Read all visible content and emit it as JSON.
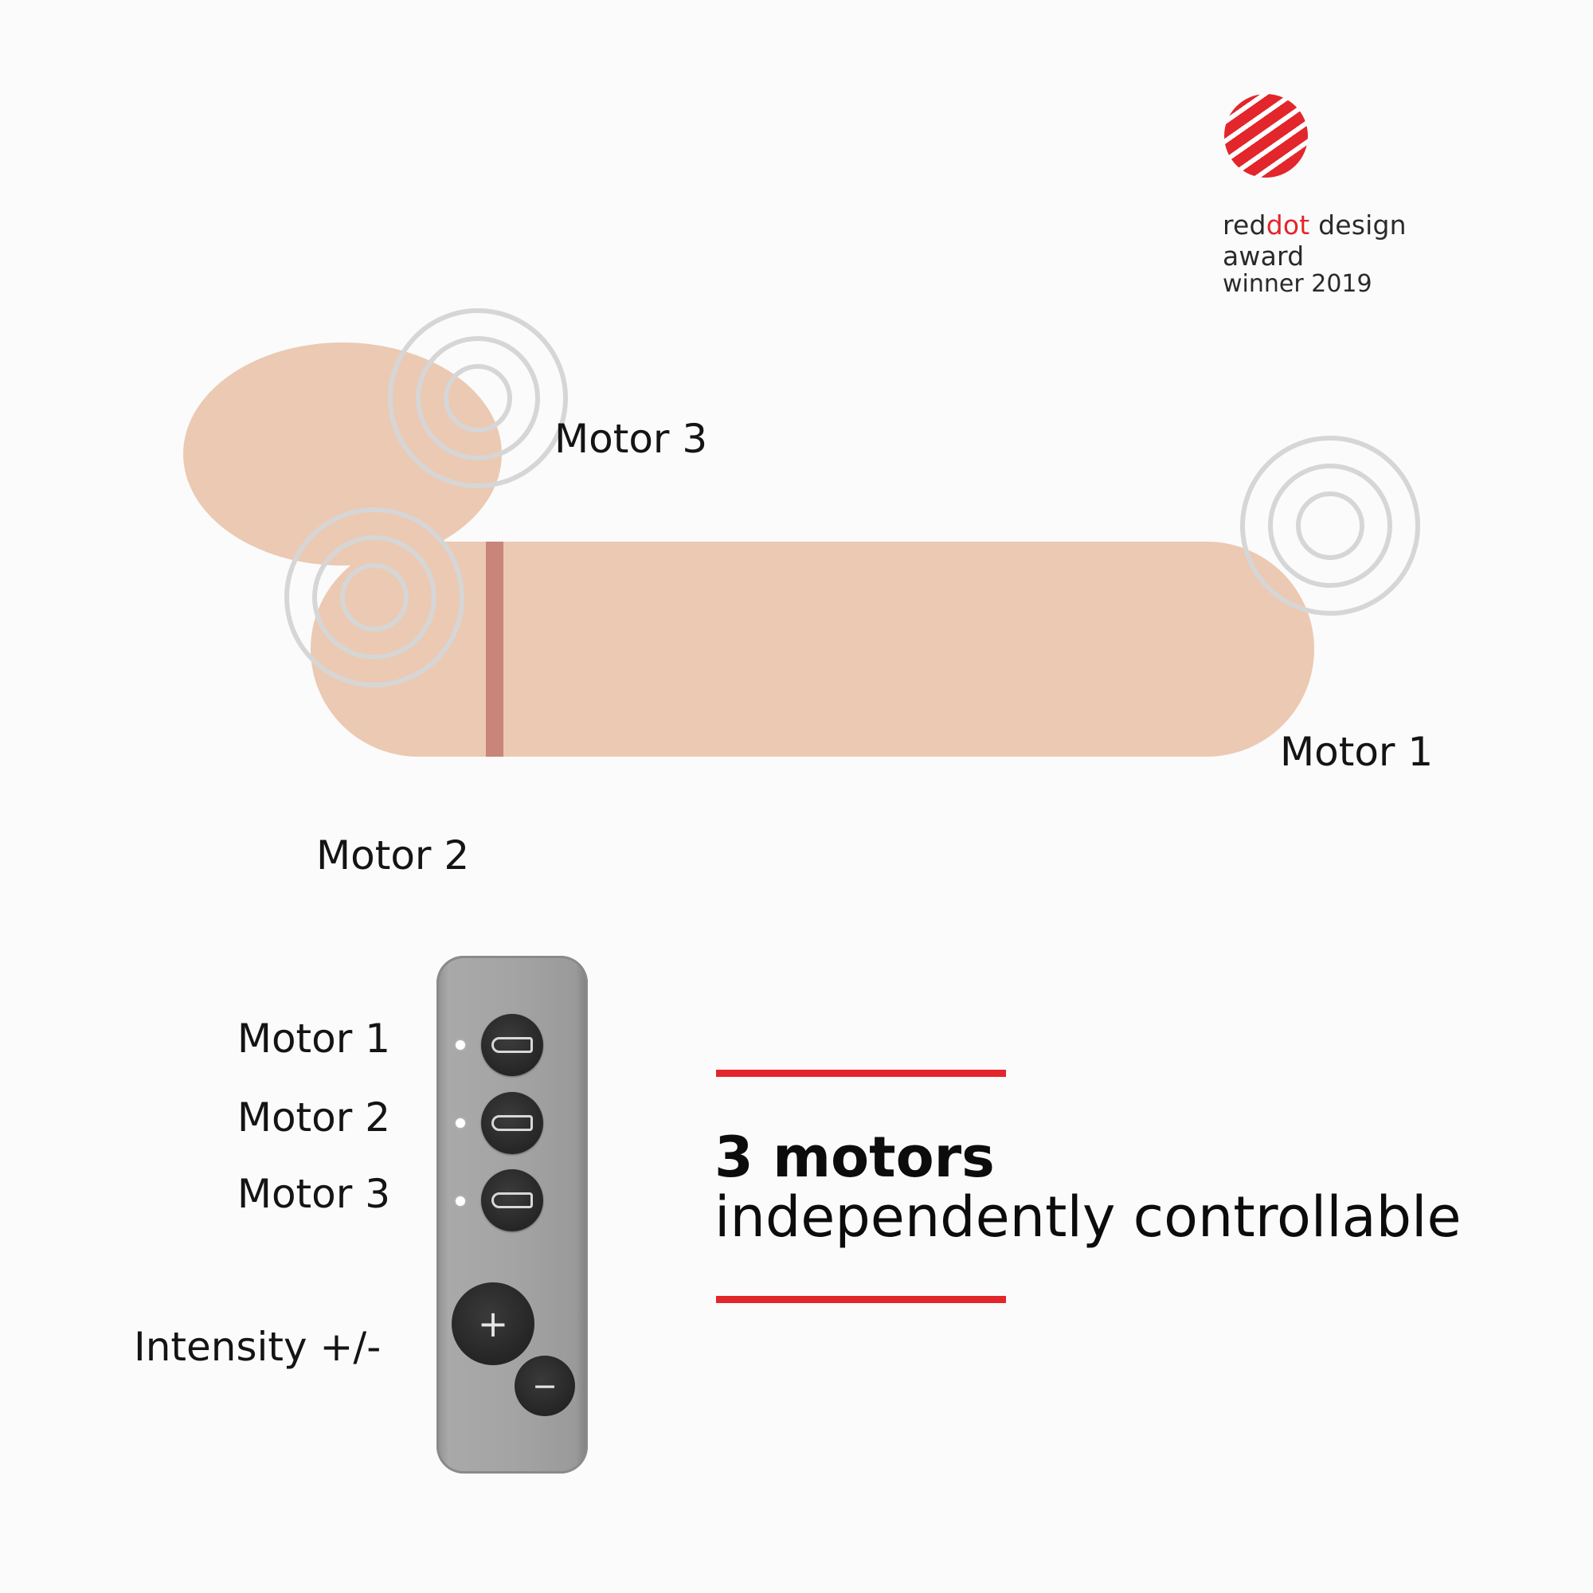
{
  "award": {
    "brand_part1": "red",
    "brand_part2": "dot",
    "line1_rest": " design award",
    "line2": "winner 2019",
    "accent_color": "#e2262b",
    "icon": "reddot-ball-icon"
  },
  "product_labels": {
    "motor3": "Motor 3",
    "motor1": "Motor 1",
    "motor2": "Motor 2"
  },
  "remote": {
    "labels": [
      "Motor 1",
      "Motor 2",
      "Motor 3",
      "Intensity +/-"
    ],
    "buttons": {
      "plus": "+",
      "minus": "−"
    },
    "body_color": "#a4a4a4",
    "button_color": "#2b2b2b"
  },
  "callout": {
    "headline": "3 motors",
    "subline": "independently controllable",
    "rule_color": "#e2262b"
  }
}
